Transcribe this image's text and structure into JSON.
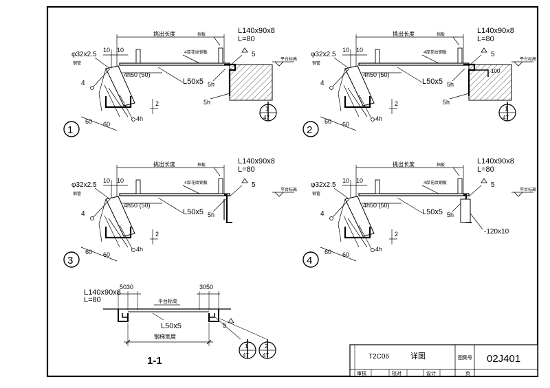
{
  "details": [
    {
      "number": "1",
      "dims": {
        "d10a": "10",
        "d10b": "10",
        "d4h50": "4h50 (50)",
        "dL50": "L50x5",
        "d60a": "60",
        "d60b": "60",
        "d2": "2",
        "d4h": "4h",
        "d5h_a": "5h",
        "d5h_b": "5h",
        "d4": "4"
      },
      "labels": {
        "bar": "φ32x2.5",
        "bar_cn": "钢管",
        "angle": "L140x90x8",
        "len": "L=80",
        "span": "挑出长度",
        "top": "挡板",
        "plate": "4厚花纹钢板",
        "weld": "5",
        "platform": "平台标高"
      },
      "index": {
        "top": "1",
        "bottom": "47"
      },
      "extra": ""
    },
    {
      "number": "2",
      "dims": {
        "d10a": "10",
        "d10b": "10",
        "d4h50": "4h50 (50)",
        "dL50": "L50x5",
        "d60a": "60",
        "d60b": "60",
        "d2": "2",
        "d4h": "4h",
        "d5h_a": "5h",
        "d5h_b": "5h",
        "d4": "4"
      },
      "labels": {
        "bar": "φ32x2.5",
        "bar_cn": "钢管",
        "angle": "L140x90x8",
        "len": "L=80",
        "span": "挑出长度",
        "top": "挡板",
        "plate": "4厚花纹钢板",
        "weld": "5",
        "platform": "平台标高"
      },
      "index": {
        "top": "1",
        "bottom": "47"
      },
      "extra": "100"
    },
    {
      "number": "3",
      "dims": {
        "d10a": "10",
        "d10b": "10",
        "d4h50": "4h50 (50)",
        "dL50": "L50x5",
        "d60a": "60",
        "d60b": "60",
        "d2": "2",
        "d4h": "4h",
        "d5h_a": "5h",
        "d5h_b": "",
        "d4": "4"
      },
      "labels": {
        "bar": "φ32x2.5",
        "bar_cn": "钢管",
        "angle": "L140x90x8",
        "len": "L=80",
        "span": "挑出长度",
        "top": "挡板",
        "plate": "4厚花纹钢板",
        "weld": "5",
        "platform": "平台标高"
      },
      "index": {
        "top": "",
        "bottom": ""
      },
      "extra": ""
    },
    {
      "number": "4",
      "dims": {
        "d10a": "10",
        "d10b": "10",
        "d4h50": "4h50 (50)",
        "dL50": "L50x5",
        "d60a": "60",
        "d60b": "60",
        "d2": "2",
        "d4h": "4h",
        "d5h_a": "5h",
        "d5h_b": "",
        "d4": "4"
      },
      "labels": {
        "bar": "φ32x2.5",
        "bar_cn": "钢管",
        "angle": "L140x90x8",
        "len": "L=80",
        "span": "挑出长度",
        "top": "挡板",
        "plate": "4厚花纹钢板",
        "weld": "5",
        "platform": "平台标高"
      },
      "index": {
        "top": "",
        "bottom": ""
      },
      "extra": "-120x10"
    }
  ],
  "section": {
    "title": "1-1",
    "angle": "L140x90x8",
    "len": "L=80",
    "dim_left": "5030",
    "dim_right": "3050",
    "platform": "平台标高",
    "l50": "L50x5",
    "weld": "5",
    "width": "钢梯宽度",
    "index_a_top": "1",
    "index_a_bottom": "47",
    "index_b_top": "2",
    "index_b_bottom": "47"
  },
  "title_block": {
    "code": "T2C06",
    "title": "详图",
    "set_label": "图集号",
    "set_no": "02J401",
    "review": "审核",
    "check": "校对",
    "design": "设计",
    "page": "页"
  }
}
